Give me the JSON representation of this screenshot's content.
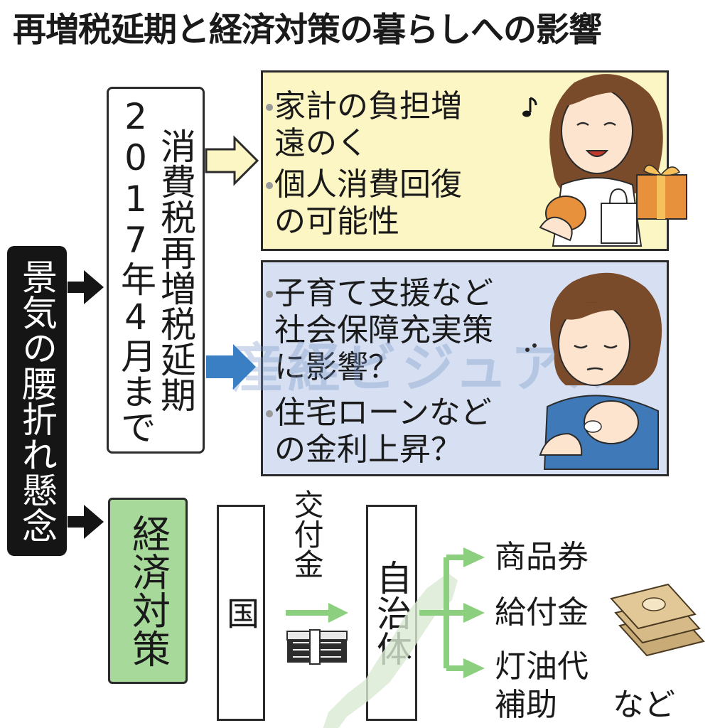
{
  "title": "再増税延期と経済対策の暮らしへの影響",
  "left_label": "景気の腰折れ懸念",
  "tax_box": {
    "line1": "2017年4月まで",
    "line2": "消費税再増税延期"
  },
  "economic_box": "経済対策",
  "yellow_panel": {
    "bullet1": [
      "家計の負担増",
      "遠のく"
    ],
    "bullet2": [
      "個人消費回復",
      "の可能性"
    ]
  },
  "blue_panel": {
    "bullet1": [
      "子育て支援など",
      "社会保障充実策",
      "に影響？"
    ],
    "bullet2": [
      "住宅ローンなど",
      "の金利上昇？"
    ]
  },
  "flow": {
    "country": "国",
    "grant": "交付金",
    "municipality": "自治体",
    "items": [
      "商品券",
      "給付金",
      "灯油代",
      "補助"
    ],
    "etc": "など"
  },
  "watermark": "産経ビジュアル",
  "colors": {
    "yellow_panel": "#fcf5c4",
    "blue_panel": "#d6e0f2",
    "green": "#8ccf7e",
    "blue_arrow": "#3a7fc4",
    "black": "#151515"
  }
}
